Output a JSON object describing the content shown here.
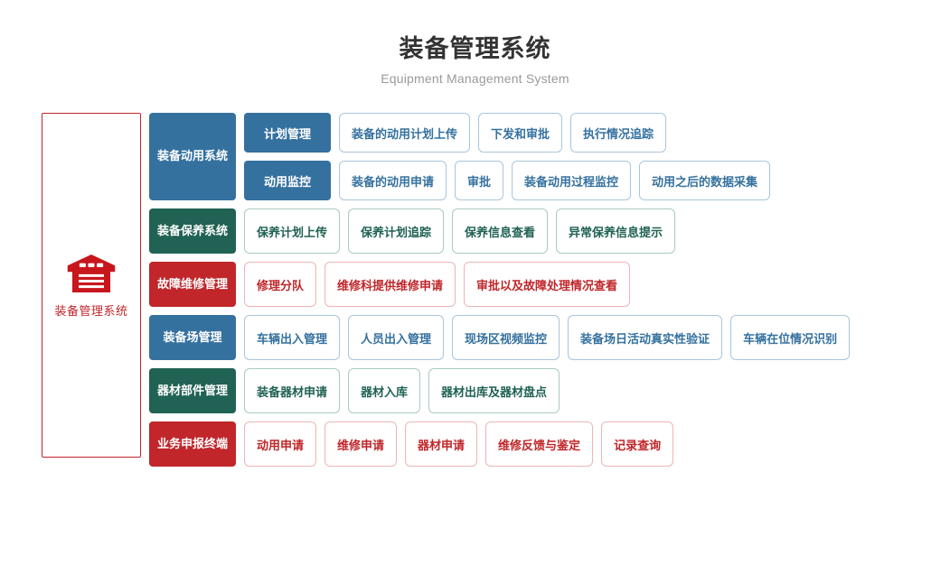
{
  "header": {
    "title": "装备管理系统",
    "subtitle": "Equipment Management System"
  },
  "root": {
    "icon": "warehouse-icon",
    "label": "装备管理系统",
    "color": "#c0262a"
  },
  "colors": {
    "blue": "#35719f",
    "blue_border": "#a9c5dc",
    "green": "#206253",
    "green_border": "#a9cac0",
    "red": "#c0262a",
    "red_border": "#eeb4b6",
    "title": "#333333",
    "subtitle": "#9a9a9a"
  },
  "rows": [
    {
      "category": "装备动用系统",
      "color": "blue",
      "split": true,
      "subrows": [
        {
          "subcategory": "计划管理",
          "leaves": [
            "装备的动用计划上传",
            "下发和审批",
            "执行情况追踪"
          ]
        },
        {
          "subcategory": "动用监控",
          "leaves": [
            "装备的动用申请",
            "审批",
            "装备动用过程监控",
            "动用之后的数据采集"
          ]
        }
      ]
    },
    {
      "category": "装备保养系统",
      "color": "green",
      "split": false,
      "leaves": [
        "保养计划上传",
        "保养计划追踪",
        "保养信息查看",
        "异常保养信息提示"
      ]
    },
    {
      "category": "故障维修管理",
      "color": "red",
      "split": false,
      "leaves": [
        "修理分队",
        "维修科提供维修申请",
        "审批以及故障处理情况查看"
      ]
    },
    {
      "category": "装备场管理",
      "color": "blue",
      "split": false,
      "leaves": [
        "车辆出入管理",
        "人员出入管理",
        "现场区视频监控",
        "装备场日活动真实性验证",
        "车辆在位情况识别"
      ]
    },
    {
      "category": "器材部件管理",
      "color": "green",
      "split": false,
      "leaves": [
        "装备器材申请",
        "器材入库",
        "器材出库及器材盘点"
      ]
    },
    {
      "category": "业务申报终端",
      "color": "red",
      "split": false,
      "leaves": [
        "动用申请",
        "维修申请",
        "器材申请",
        "维修反馈与鉴定",
        "记录查询"
      ]
    }
  ]
}
